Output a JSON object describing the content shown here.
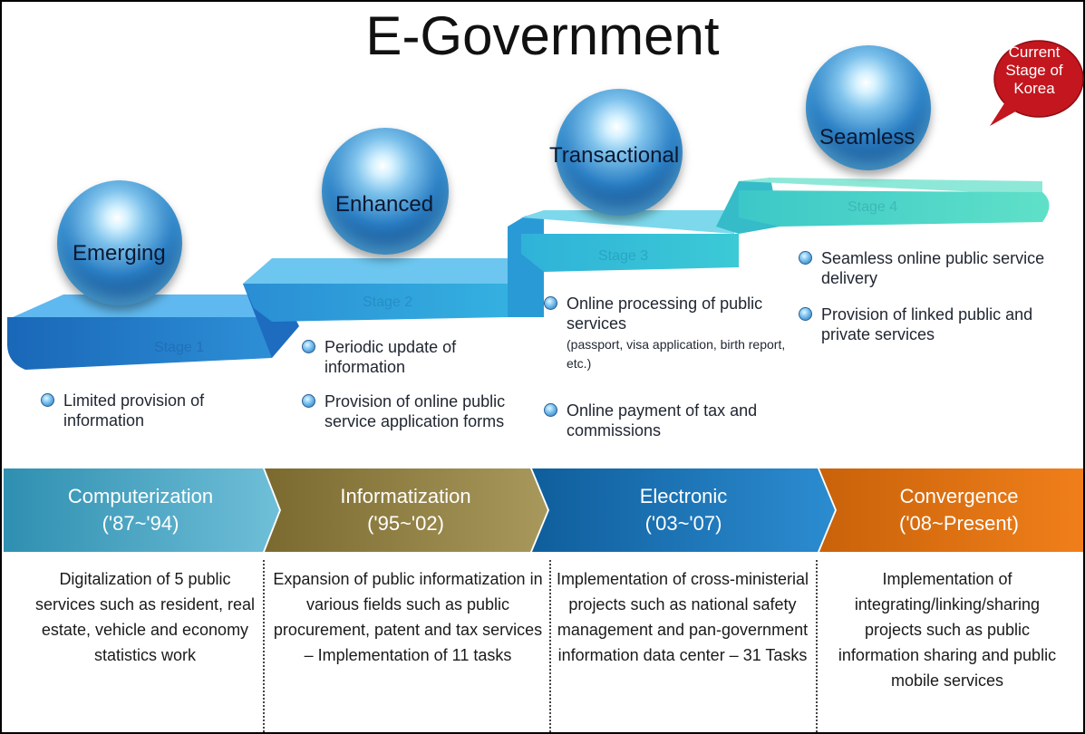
{
  "title": "E-Government",
  "callout": "Current Stage of Korea",
  "stages": [
    {
      "name": "Emerging"
    },
    {
      "name": "Enhanced"
    },
    {
      "name": "Transactional"
    },
    {
      "name": "Seamless"
    }
  ],
  "step_labels": [
    "Stage 1",
    "Stage 2",
    "Stage 3",
    "Stage 4"
  ],
  "bullets": {
    "stage1": [
      "Limited provision of information"
    ],
    "stage2": [
      "Periodic update of information",
      "Provision of online public service application forms"
    ],
    "stage3": [
      "Online processing of public services",
      " Online payment of tax and commissions"
    ],
    "stage3_note": "(passport, visa application, birth report, etc.)",
    "stage4": [
      "Seamless online public service delivery",
      " Provision of linked public and private services"
    ]
  },
  "eras": [
    {
      "name": "Computerization",
      "period": "('87~'94)",
      "color": "#3f9fbd",
      "description": "Digitalization of 5 public services such as  resident, real estate, vehicle and economy statistics work"
    },
    {
      "name": "Informatization",
      "period": "('95~'02)",
      "color": "#8a7a3c",
      "description": "Expansion of public informatization in various fields such as public procurement, patent and tax services – Implementation of 11 tasks"
    },
    {
      "name": "Electronic",
      "period": "('03~'07)",
      "color": "#1c73b0",
      "description": "Implementation of cross-ministerial projects such as national safety management and pan-government information data center – 31 Tasks"
    },
    {
      "name": "Convergence",
      "period": "('08~Present)",
      "color": "#e2760f",
      "description": "Implementation of integrating/linking/sharing projects such as public information sharing and public mobile services"
    }
  ]
}
